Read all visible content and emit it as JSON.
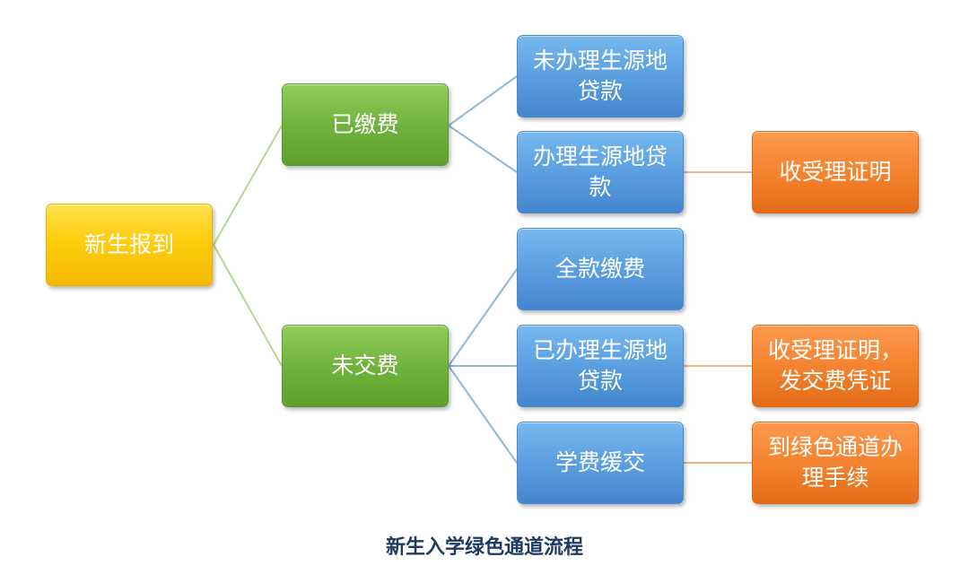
{
  "diagram": {
    "root": "新生报到",
    "branches": [
      {
        "label": "已缴费",
        "children": [
          {
            "label": "未办理生源地贷款"
          },
          {
            "label": "办理生源地贷款",
            "result": "收受理证明"
          }
        ]
      },
      {
        "label": "未交费",
        "children": [
          {
            "label": "全款缴费"
          },
          {
            "label": "已办理生源地贷款",
            "result": "收受理证明，发交费凭证"
          },
          {
            "label": "学费缓交",
            "result": "到绿色通道办理手续"
          }
        ]
      }
    ],
    "caption": "新生入学绿色通道流程",
    "colors": {
      "root": "#ffcd0e",
      "branch": "#72b33e",
      "child": "#5b9fe0",
      "result": "#f5832f",
      "connector_left": "#b7d88c",
      "connector_blue": "#8db6dc",
      "connector_orange": "#f3b384",
      "caption": "#1e3a5f"
    }
  }
}
